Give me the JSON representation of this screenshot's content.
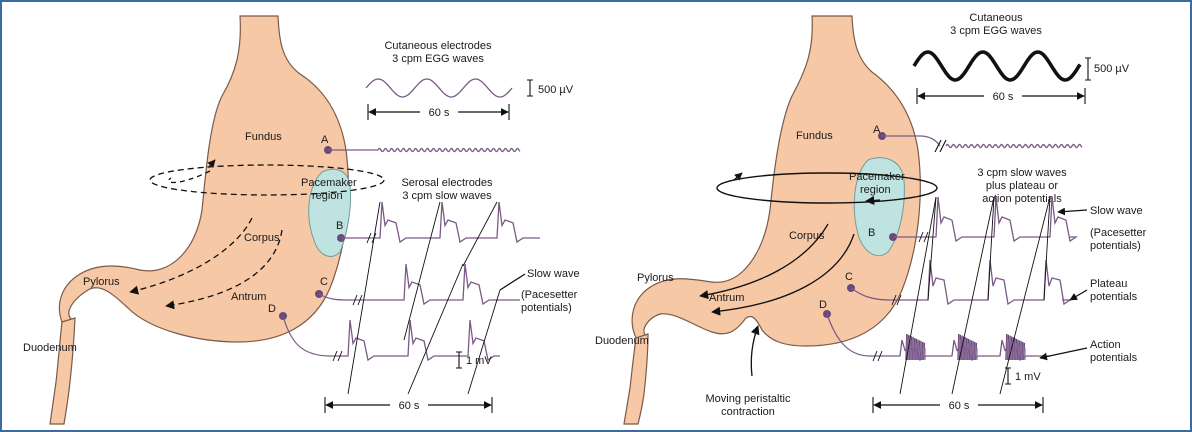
{
  "left_panel": {
    "cutaneous_title_1": "Cutaneous electrodes",
    "cutaneous_title_2": "3 cpm EGG waves",
    "scale_uv": "500 µV",
    "time_top": "60 s",
    "serosal_title_1": "Serosal electrodes",
    "serosal_title_2": "3 cpm slow waves",
    "fundus": "Fundus",
    "corpus": "Corpus",
    "antrum": "Antrum",
    "pylorus": "Pylorus",
    "duodenum": "Duodenum",
    "pacemaker_1": "Pacemaker",
    "pacemaker_2": "region",
    "electrode_a": "A",
    "electrode_b": "B",
    "electrode_c": "C",
    "electrode_d": "D",
    "slow_wave": "Slow wave",
    "pacesetter_1": "(Pacesetter",
    "pacesetter_2": "potentials)",
    "scale_mv": "1 mV",
    "time_bottom": "60 s"
  },
  "right_panel": {
    "cutaneous_title_1": "Cutaneous",
    "cutaneous_title_2": "3 cpm EGG waves",
    "scale_uv": "500 µV",
    "time_top": "60 s",
    "slow_title_1": "3 cpm slow waves",
    "slow_title_2": "plus plateau or",
    "slow_title_3": "action potentials",
    "fundus": "Fundus",
    "corpus": "Corpus",
    "antrum": "Antrum",
    "pylorus": "Pylorus",
    "duodenum": "Duodenum",
    "pacemaker_1": "Pacemaker",
    "pacemaker_2": "region",
    "electrode_a": "A",
    "electrode_b": "B",
    "electrode_c": "C",
    "electrode_d": "D",
    "slow_wave": "Slow wave",
    "pacesetter_1": "(Pacesetter",
    "pacesetter_2": "potentials)",
    "plateau_1": "Plateau",
    "plateau_2": "potentials",
    "action_1": "Action",
    "action_2": "potentials",
    "moving_1": "Moving peristaltic",
    "moving_2": "contraction",
    "scale_mv": "1 mV",
    "time_bottom": "60 s"
  },
  "colors": {
    "stomach_fill": "#f6c8a6",
    "pacemaker_fill": "#bfe3e0",
    "trace": "#7a5a86",
    "frame_border": "#3d6aa3"
  }
}
